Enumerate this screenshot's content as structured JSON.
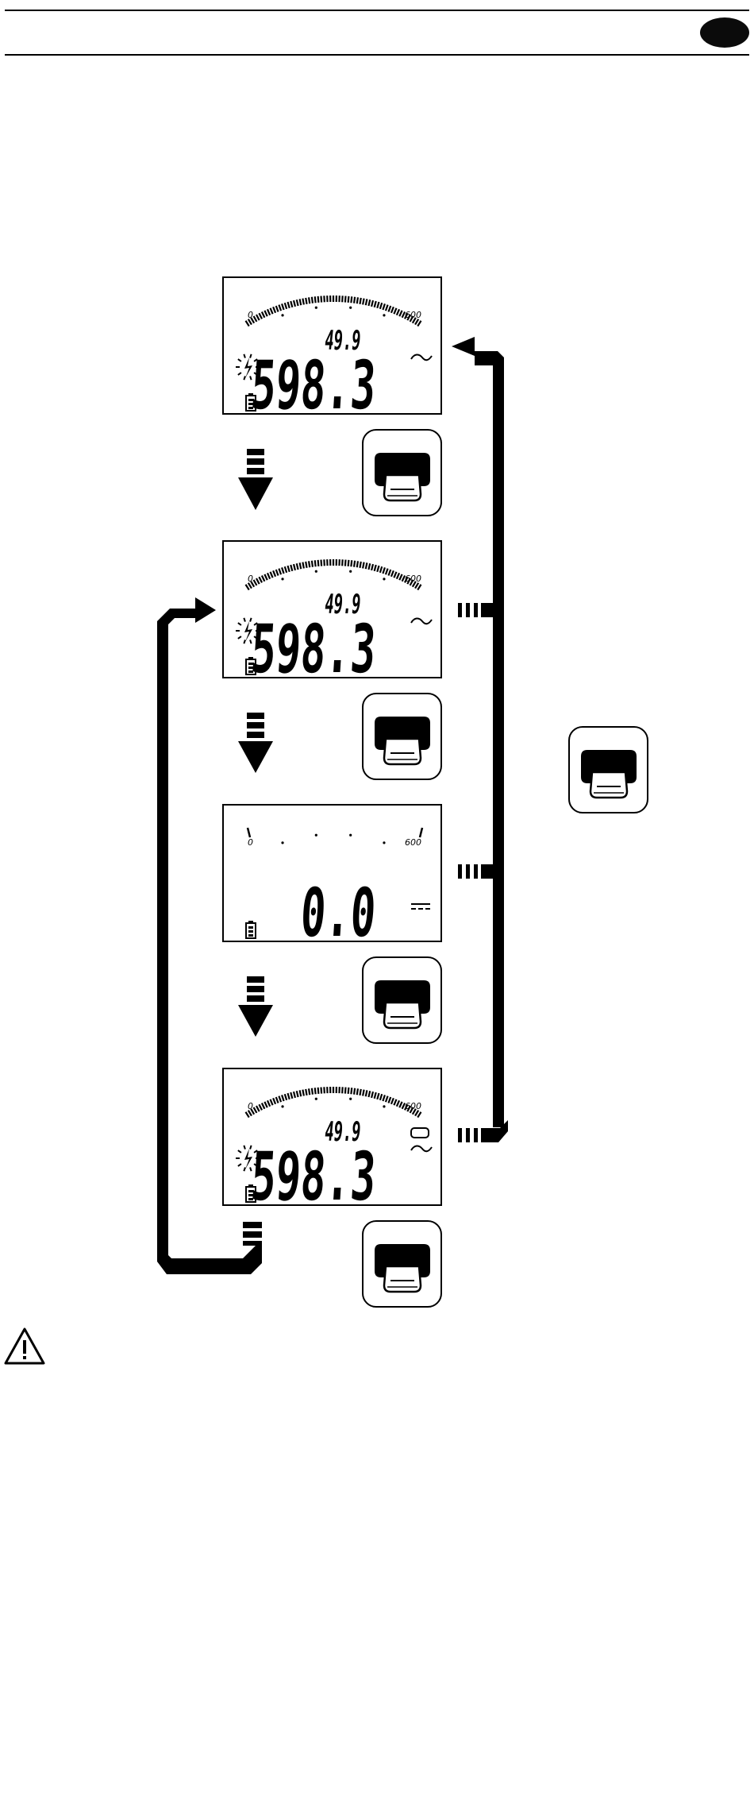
{
  "header": {
    "language_tab": ""
  },
  "displays": [
    {
      "id": "display-1",
      "bargraph": true,
      "scale_start": "0",
      "scale_end": "600",
      "secondary_value": "49.9",
      "primary_value": "598.3",
      "mode_symbol": "~",
      "hazard_symbol": true,
      "battery_symbol": true,
      "hold_box": false
    },
    {
      "id": "display-2",
      "bargraph": true,
      "scale_start": "0",
      "scale_end": "600",
      "secondary_value": "49.9",
      "primary_value": "598.3",
      "mode_symbol": "~",
      "hazard_symbol": true,
      "battery_symbol": true,
      "hold_box": false
    },
    {
      "id": "display-3",
      "bargraph": false,
      "scale_start": "0",
      "scale_end": "600",
      "secondary_value": "",
      "primary_value": "0.0",
      "mode_symbol": "⎓",
      "hazard_symbol": false,
      "battery_symbol": true,
      "hold_box": false
    },
    {
      "id": "display-4",
      "bargraph": true,
      "scale_start": "0",
      "scale_end": "600",
      "secondary_value": "49.9",
      "primary_value": "598.3",
      "mode_symbol": "~",
      "hazard_symbol": true,
      "battery_symbol": true,
      "hold_box": true
    }
  ],
  "keys": [
    {
      "id": "key-1",
      "icon": "function-key-icon"
    },
    {
      "id": "key-2",
      "icon": "function-key-icon"
    },
    {
      "id": "key-3",
      "icon": "function-key-icon"
    },
    {
      "id": "key-4",
      "icon": "function-key-icon"
    },
    {
      "id": "key-side",
      "icon": "function-key-icon"
    }
  ],
  "warning": {
    "icon": "warning-triangle-icon"
  },
  "colors": {
    "ink": "#000000",
    "paper": "#ffffff"
  }
}
